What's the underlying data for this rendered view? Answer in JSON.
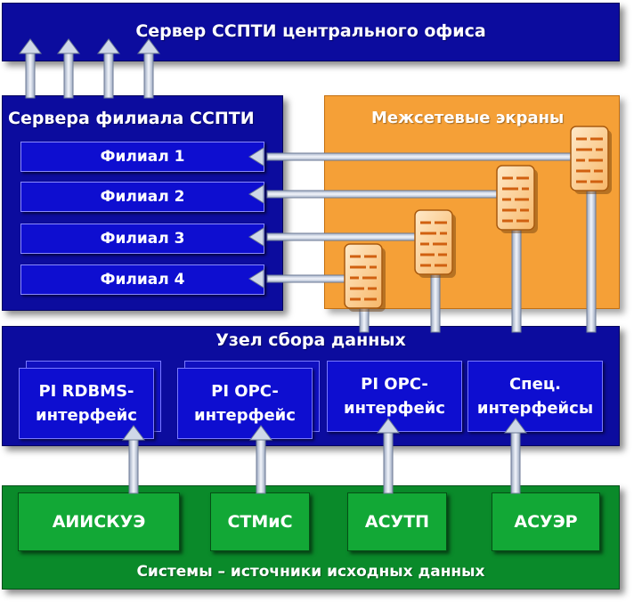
{
  "central_server": {
    "title": "Сервер ССПТИ центрального офиса"
  },
  "branch_servers": {
    "title": "Сервера филиала ССПТИ",
    "branches": [
      "Филиал 1",
      "Филиал 2",
      "Филиал 3",
      "Филиал 4"
    ]
  },
  "firewalls": {
    "title": "Межсетевые экраны"
  },
  "collection_node": {
    "title": "Узел сбора данных",
    "interfaces": [
      {
        "line1": "PI RDBMS-",
        "line2": "интерфейс"
      },
      {
        "line1": "PI OPC-",
        "line2": "интерфейс"
      },
      {
        "line1": "PI OPC-",
        "line2": "интерфейс"
      },
      {
        "line1": "Спец.",
        "line2": "интерфейсы"
      }
    ]
  },
  "source_systems": {
    "title": "Системы – источники исходных данных",
    "systems": [
      "АИИСКУЭ",
      "СТМиС",
      "АСУТП",
      "АСУЭР"
    ]
  },
  "colors": {
    "panel_blue": "#0c0c9e",
    "box_blue": "#0e0ed0",
    "panel_green": "#0a8a2a",
    "box_green": "#12a836",
    "firewall_orange": "#f5a037",
    "arrow": "#cfd8e8"
  }
}
